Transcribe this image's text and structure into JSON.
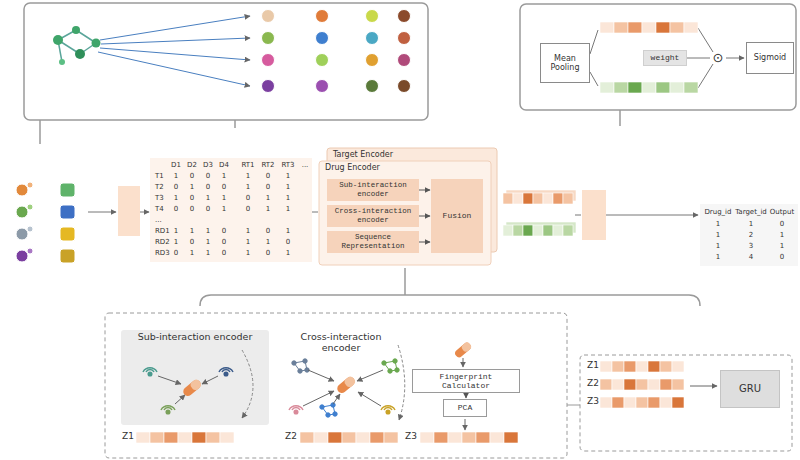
{
  "diagram": {
    "nodes": [
      {
        "text": [
          "Mean Pooling"
        ]
      },
      {
        "text": [
          "weight"
        ]
      },
      {
        "text": [
          "Sigmoid"
        ]
      },
      {
        "text": [
          "Target Encoder"
        ]
      },
      {
        "text": [
          "Drug Encoder"
        ]
      },
      {
        "text": [
          "Sub-interaction encoder"
        ],
        "in": 4
      },
      {
        "text": [
          "Cross-interaction encoder"
        ],
        "in": 4
      },
      {
        "text": [
          "Sequence Representation"
        ],
        "in": 4
      },
      {
        "text": [
          "Fusion"
        ],
        "in": 4
      },
      {
        "text": [
          "Sub-interaction encoder"
        ]
      },
      {
        "text": [
          "Cross-interaction encoder"
        ]
      },
      {
        "text": [
          "Fingerprint Calculator"
        ]
      },
      {
        "text": [
          "PCA"
        ]
      },
      {
        "text": [
          "GRU"
        ]
      }
    ],
    "edges": [
      {
        "from": 5,
        "to": 8,
        "arrow": "to"
      },
      {
        "from": 6,
        "to": 8,
        "arrow": "to"
      },
      {
        "from": 7,
        "to": 8,
        "arrow": "to"
      },
      {
        "from": 11,
        "to": 12,
        "arrow": "to"
      }
    ],
    "labels": [
      "D1",
      "D2",
      "D3",
      "D4",
      "RT1",
      "RT2",
      "RT3",
      "...",
      "T1",
      "1",
      "0",
      "0",
      "1",
      "1",
      "0",
      "1",
      "T2",
      "0",
      "1",
      "0",
      "0",
      "1",
      "0",
      "1",
      "T3",
      "1",
      "0",
      "1",
      "1",
      "0",
      "1",
      "1",
      "T4",
      "0",
      "0",
      "0",
      "1",
      "0",
      "1",
      "1",
      "...",
      "RD1",
      "1",
      "1",
      "1",
      "0",
      "1",
      "0",
      "1",
      "RD2",
      "1",
      "0",
      "1",
      "0",
      "1",
      "1",
      "0",
      "RD3",
      "0",
      "1",
      "1",
      "0",
      "1",
      "0",
      "1",
      "Drug_id",
      "Target_id",
      "Output",
      "1",
      "1",
      "0",
      "1",
      "2",
      "1",
      "1",
      "3",
      "1",
      "1",
      "4",
      "0",
      "⊙",
      "Z1",
      "Z2",
      "Z3",
      "Z1",
      "Z2",
      "Z3"
    ]
  }
}
